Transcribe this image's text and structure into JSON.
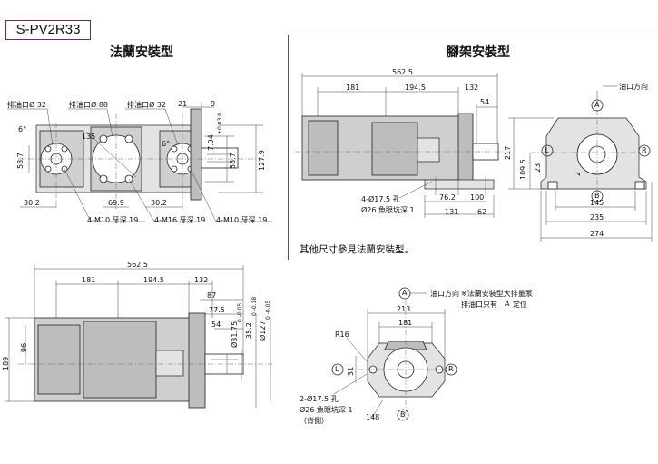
{
  "model": "S-PV2R33",
  "titles": {
    "flange": "法蘭安裝型",
    "foot": "腳架安裝型"
  },
  "note_foot": "其他尺寸參見法蘭安裝型。",
  "flange_top": {
    "port_left": "排油口Ø 32",
    "port_center": "排油口Ø 88",
    "port_right": "排油口Ø 32",
    "d_21": "21",
    "d_9": "9",
    "d_7_94": "7.94",
    "tol_7_94": "+0.03 0",
    "d_58_7_l": "58.7",
    "d_58_7_r": "58.7",
    "d_127_9": "127.9",
    "d_135": "135",
    "d_30_2_l": "30.2",
    "d_69_9": "69.9",
    "d_30_2_r": "30.2",
    "thread_l": "4-M10 牙深 19",
    "thread_c": "4-M16 牙深 19",
    "thread_r": "4-M10 牙深 19",
    "ang_l": "6°",
    "ang_r": "6°"
  },
  "foot_side": {
    "d_562_5": "562.5",
    "d_181": "181",
    "d_194_5": "194.5",
    "d_132": "132",
    "d_54": "54",
    "d_76_2": "76.2",
    "d_100": "100",
    "d_131": "131",
    "d_62": "62",
    "hole": "4-Ø17.5 孔",
    "counter": "Ø26 魚眼坑深 1"
  },
  "foot_end": {
    "oil_dir": "油口方向",
    "A": "A",
    "L": "L",
    "R": "R",
    "B": "B",
    "d_217": "217",
    "d_109_5": "109.5",
    "d_23": "23",
    "d_2": "2",
    "d_145": "145",
    "d_235": "235",
    "d_274": "274"
  },
  "flange_side": {
    "d_562_5": "562.5",
    "d_181": "181",
    "d_194_5": "194.5",
    "d_132": "132",
    "d_87": "87",
    "d_77_5": "77.5",
    "d_54": "54",
    "d_31_75": "Ø31.75",
    "tol_31_75": "0 -0.05",
    "d_35_2": "35.2",
    "tol_35_2": "0 -0.18",
    "d_127": "Ø127",
    "tol_127": "0 -0.05",
    "d_96": "96",
    "d_189": "189"
  },
  "flange_end": {
    "oil_dir": "油口方向",
    "remark_1": "※法蘭安裝型大排量泵",
    "remark_2a": "排油口只有",
    "remark_2b": "定位",
    "A": "A",
    "L": "L",
    "R": "R",
    "B": "B",
    "d_213": "213",
    "d_181": "181",
    "d_R16": "R16",
    "d_31": "31",
    "d_148": "148",
    "hole": "2-Ø17.5 孔",
    "counter": "Ø26 魚眼坑深 1",
    "back": "（背側）"
  }
}
